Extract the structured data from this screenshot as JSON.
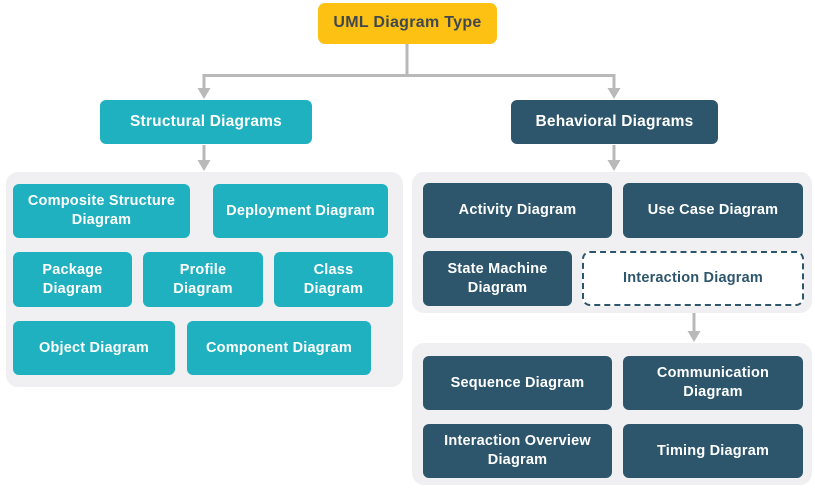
{
  "root": {
    "label": "UML Diagram Type"
  },
  "branches": {
    "structural": {
      "label": "Structural Diagrams"
    },
    "behavioral": {
      "label": "Behavioral Diagrams"
    }
  },
  "structural": {
    "items": [
      {
        "label": "Composite Structure\nDiagram"
      },
      {
        "label": "Deployment Diagram"
      },
      {
        "label": "Package\nDiagram"
      },
      {
        "label": "Profile\nDiagram"
      },
      {
        "label": "Class\nDiagram"
      },
      {
        "label": "Object Diagram"
      },
      {
        "label": "Component Diagram"
      }
    ]
  },
  "behavioral": {
    "items": [
      {
        "label": "Activity Diagram"
      },
      {
        "label": "Use Case Diagram"
      },
      {
        "label": "State Machine\nDiagram"
      },
      {
        "label": "Interaction Diagram"
      }
    ]
  },
  "interaction": {
    "items": [
      {
        "label": "Sequence Diagram"
      },
      {
        "label": "Communication\nDiagram"
      },
      {
        "label": "Interaction Overview\nDiagram"
      },
      {
        "label": "Timing Diagram"
      }
    ]
  },
  "colors": {
    "root_fill": "#FCC113",
    "root_text": "#40474F",
    "structural_fill": "#1FB1C0",
    "behavioral_fill": "#2D566C",
    "group_background": "#F0F0F2",
    "connector": "#B9B9B9",
    "node_text": "#FFFFFF"
  }
}
